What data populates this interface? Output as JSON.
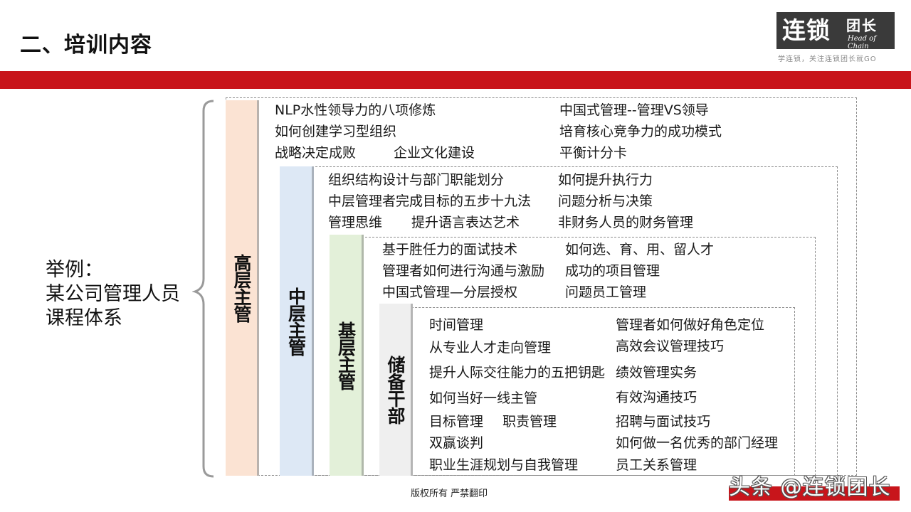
{
  "header": {
    "title": "二、培训内容"
  },
  "logo": {
    "main": "连锁",
    "side": "团长",
    "en": "Head of Chain",
    "slogan": "学连锁，关注连锁团长就GO"
  },
  "example": {
    "line1": "举例：",
    "line2": "某公司管理人员",
    "line3": "课程体系"
  },
  "levels": {
    "gaoceng": {
      "label": "高层主管",
      "rows": [
        [
          "NLP水性领导力的八项修炼",
          "中国式管理--管理VS领导"
        ],
        [
          "如何创建学习型组织",
          "培育核心竞争力的成功模式"
        ],
        [
          "战略决定成败",
          "企业文化建设",
          "平衡计分卡"
        ]
      ]
    },
    "zhongceng": {
      "label": "中层主管",
      "rows": [
        [
          "组织结构设计与部门职能划分",
          "如何提升执行力"
        ],
        [
          "中层管理者完成目标的五步十九法",
          "问题分析与决策"
        ],
        [
          "管理思维",
          "提升语言表达艺术",
          "非财务人员的财务管理"
        ]
      ]
    },
    "jiceng": {
      "label": "基层主管",
      "rows": [
        [
          "基于胜任力的面试技术",
          "如何选、育、用、留人才"
        ],
        [
          "管理者如何进行沟通与激励",
          "成功的项目管理"
        ],
        [
          "中国式管理—分层授权",
          "问题员工管理"
        ]
      ]
    },
    "chubei": {
      "label": "储备干部",
      "left": [
        "时间管理",
        "从专业人才走向管理",
        "提升人际交往能力的五把钥匙",
        "如何当好一线主管",
        "目标管理",
        "职责管理",
        "双赢谈判",
        "职业生涯规划与自我管理"
      ],
      "right": [
        "管理者如何做好角色定位",
        "高效会议管理技巧",
        "绩效管理实务",
        "有效沟通技巧",
        "招聘与面试技巧",
        "如何做一名优秀的部门经理",
        "员工关系管理"
      ]
    }
  },
  "footer": {
    "copyright": "版权所有  严禁翻印"
  },
  "watermark": {
    "text": "头条 @连锁团长"
  },
  "colors": {
    "accent_red": "#c8151b",
    "gaoceng_bg": "#fbe3d3",
    "zhongceng_bg": "#dde8f5",
    "jiceng_bg": "#e3f0d9",
    "chubei_bg": "#efefef"
  }
}
